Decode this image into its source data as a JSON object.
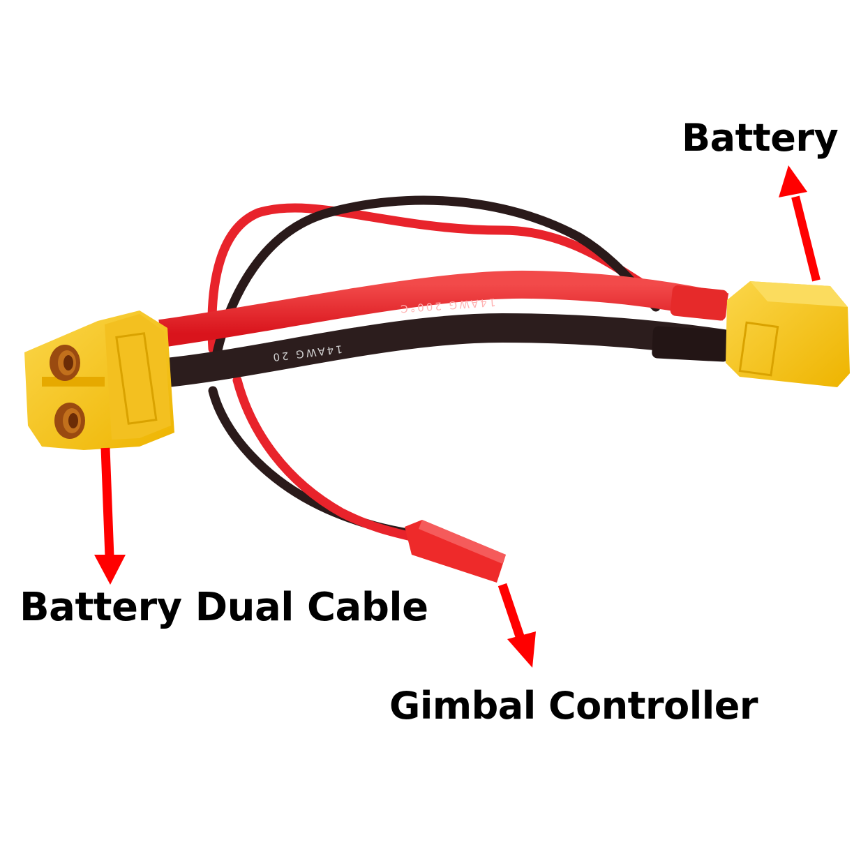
{
  "labels": {
    "battery": "Battery",
    "battery_dual_cable": "Battery Dual Cable",
    "gimbal_controller": "Gimbal Controller"
  },
  "wire_markings": {
    "red_main": "14AWG   200°C",
    "black_main": "14AWG   20"
  },
  "connectors": {
    "left": "XT60 female connector",
    "right": "XT60 male connector",
    "branch": "JST connector"
  },
  "colors": {
    "background": "#ffffff",
    "label_text": "#000000",
    "arrow": "#ff0000",
    "connector_yellow": "#f5c518",
    "wire_red": "#e8202a",
    "wire_black": "#2a1a1a",
    "jst_red": "#ee2a2a"
  },
  "icons": {
    "arrow_battery": "arrow-up-icon",
    "arrow_dual_cable": "arrow-down-icon",
    "arrow_gimbal": "arrow-down-right-icon"
  }
}
